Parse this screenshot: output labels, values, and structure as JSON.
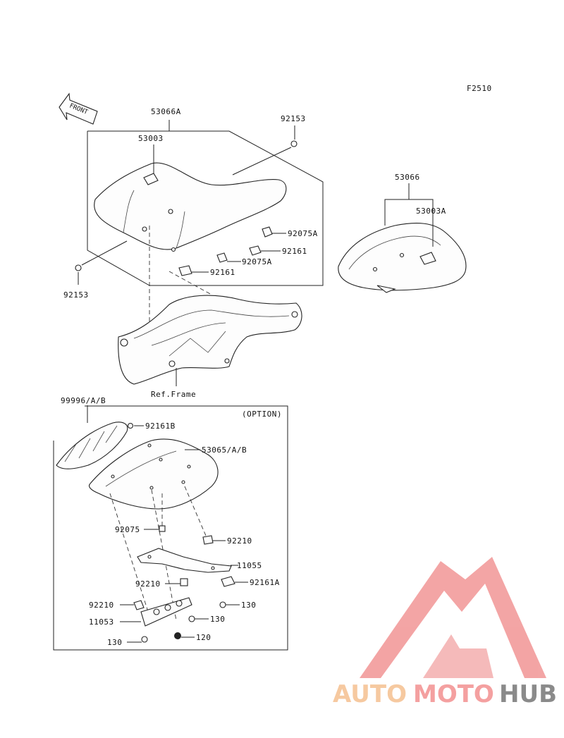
{
  "figure_code": "F2510",
  "front_label": "FRONT",
  "option_label": "(OPTION)",
  "ref_frame_label": "Ref.Frame",
  "labels": {
    "p53066A": "53066A",
    "p53003": "53003",
    "p92153_top": "92153",
    "p92153_left": "92153",
    "p92075A_1": "92075A",
    "p92161_1": "92161",
    "p92075A_2": "92075A",
    "p92161_2": "92161",
    "p53066": "53066",
    "p53003A": "53003A",
    "p99996": "99996/A/B",
    "p92161B": "92161B",
    "p53065": "53065/A/B",
    "p92075": "92075",
    "p92210_1": "92210",
    "p11055": "11055",
    "p92210_2": "92210",
    "p92161A": "92161A",
    "p92210_3": "92210",
    "p130_1": "130",
    "p11053": "11053",
    "p130_2": "130",
    "p130_3": "130",
    "p120": "120"
  },
  "watermark": {
    "part1": "AUTO",
    "part2": "MOTO",
    "part3": "HUB",
    "colors": {
      "auto": "#f6c9a0",
      "moto": "#f4a0a0",
      "hub": "#8a8a8a",
      "logo": "#f29b9b"
    }
  }
}
